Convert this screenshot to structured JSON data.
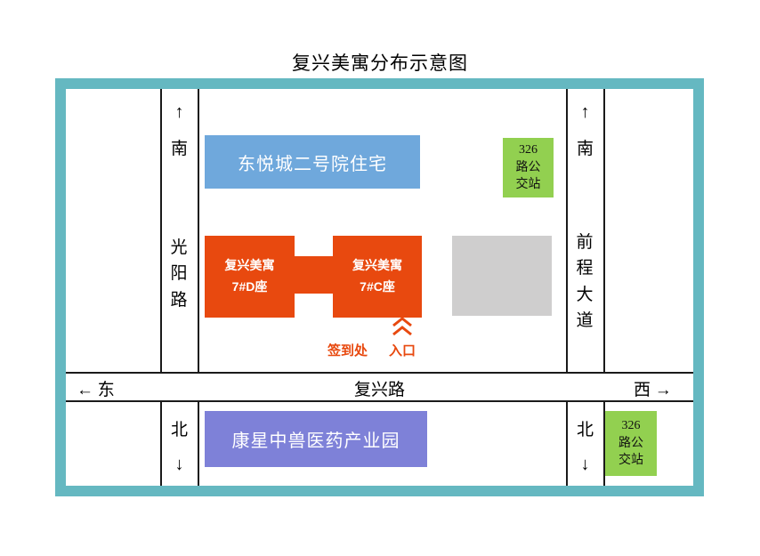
{
  "title": "复兴美寓分布示意图",
  "colors": {
    "frame_teal": "#65B8C1",
    "residence_blue": "#6FA8DC",
    "bus_station_green": "#92D050",
    "building_orange": "#E8490F",
    "placeholder_gray": "#CFCECE",
    "industrial_purple": "#7E81D8",
    "road_line_black": "#1A1A1A"
  },
  "roads": {
    "guangyang": {
      "name": "光阳路",
      "north_end_arrow": "↑",
      "north_end_label": "南",
      "south_end_label": "北",
      "south_end_arrow": "↓"
    },
    "qiancheng": {
      "name": "前程大道",
      "north_end_arrow": "↑",
      "north_end_label": "南",
      "south_end_label": "北",
      "south_end_arrow": "↓"
    },
    "fuxing": {
      "name": "复兴路",
      "west_end": "← 东",
      "east_end": "西 →"
    }
  },
  "blocks": {
    "residence": "东悦城二号院住宅",
    "bus_station_top": "326路公交站",
    "building_d": "复兴美寓\n7#D座",
    "building_c": "复兴美寓\n7#C座",
    "industrial_park": "康星中兽医药产业园",
    "bus_station_bottom": "326路公交站"
  },
  "markers": {
    "checkin": "签到处",
    "entrance": "入口"
  }
}
